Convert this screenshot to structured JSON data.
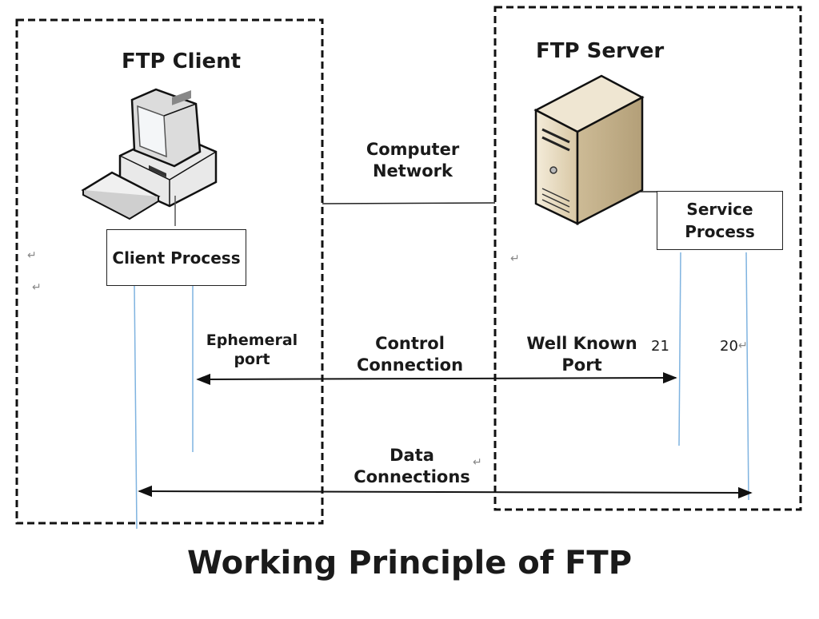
{
  "title": "Working Principle of FTP",
  "client": {
    "heading": "FTP Client",
    "icon": "desktop-computer-icon",
    "process_label": "Client Process"
  },
  "server": {
    "heading": "FTP Server",
    "icon": "server-tower-icon",
    "process_label_line1": "Service",
    "process_label_line2": "Process"
  },
  "network": {
    "line1": "Computer",
    "line2": "Network"
  },
  "control_connection": {
    "line1": "Control",
    "line2": "Connection",
    "client_port_line1": "Ephemeral",
    "client_port_line2": "port",
    "server_port_line1": "Well Known",
    "server_port_line2": "Port",
    "server_port_number": "21"
  },
  "data_connection": {
    "line1": "Data",
    "line2": "Connections",
    "server_port_number": "20"
  },
  "colors": {
    "lifeline": "#7fb3e0",
    "border": "#111111",
    "server_body": "#e8dcc4"
  },
  "return_mark": "↵"
}
